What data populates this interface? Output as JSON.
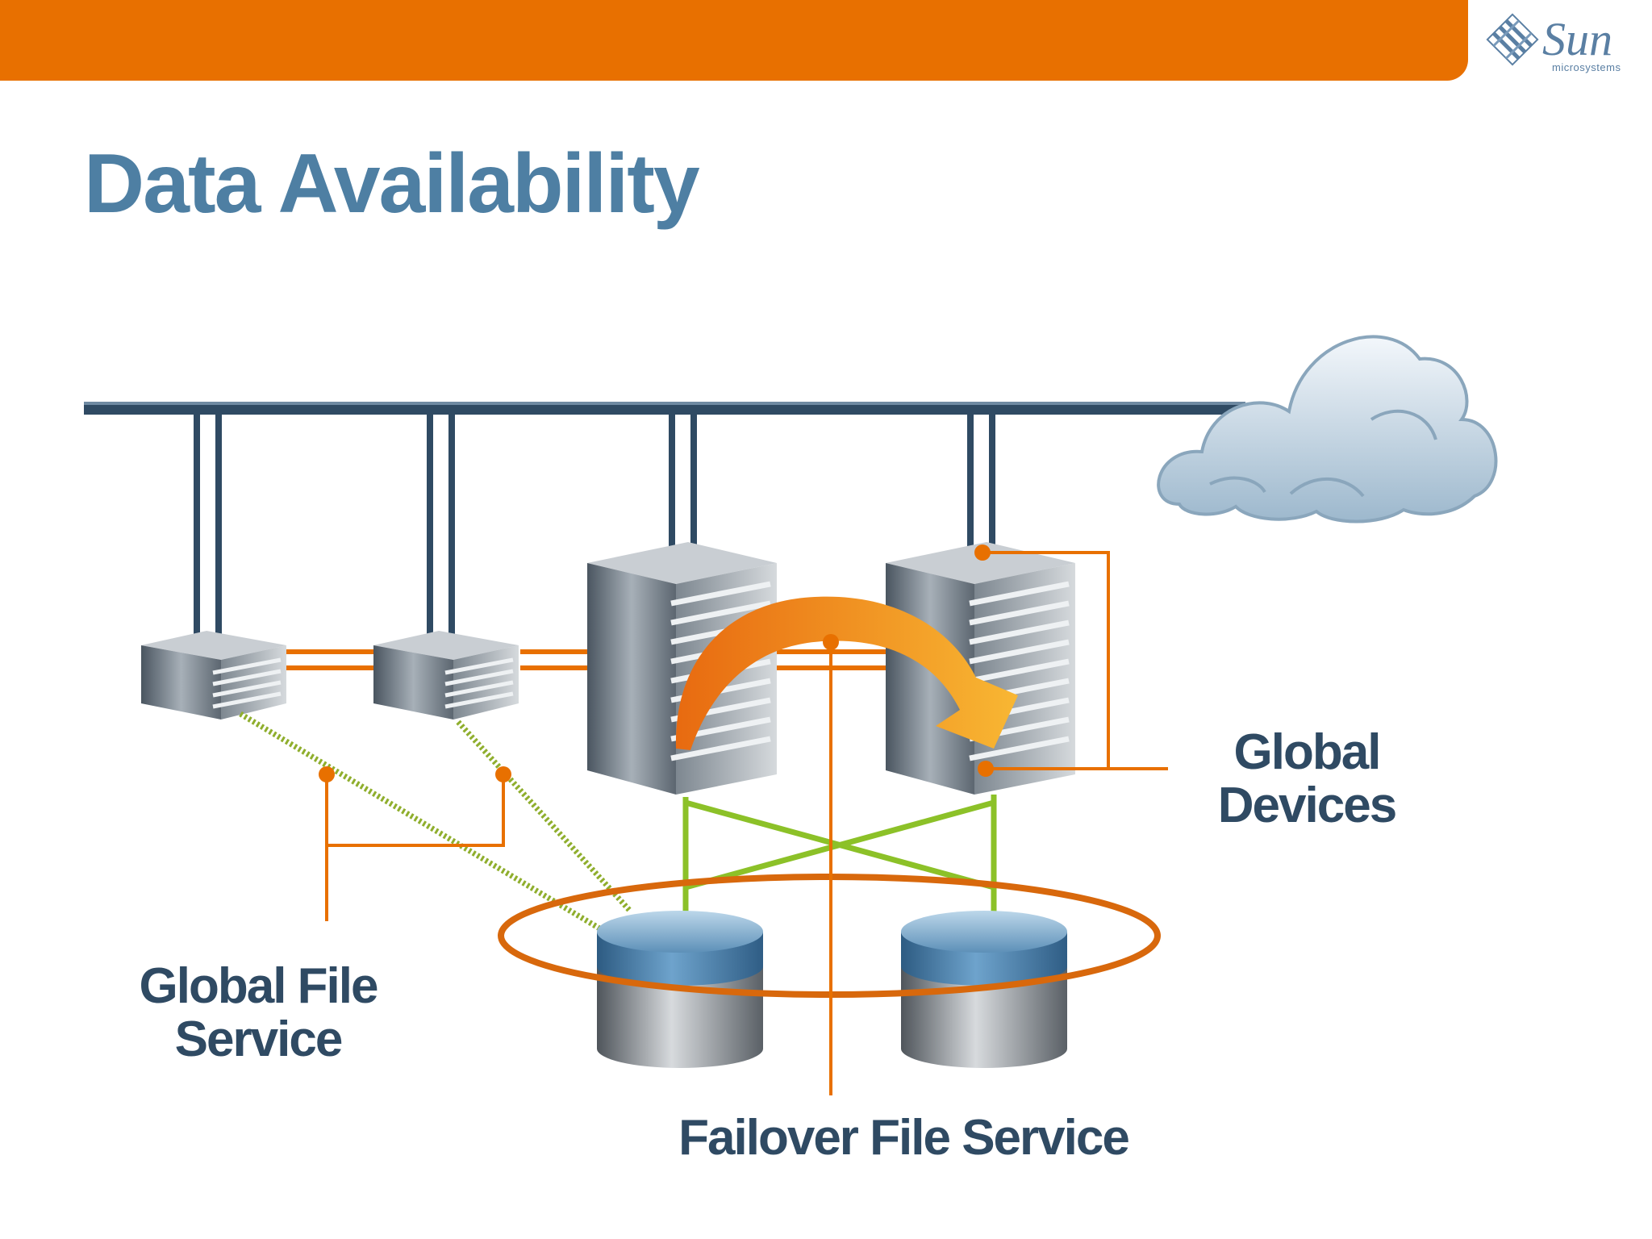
{
  "slide": {
    "title": "Data Availability"
  },
  "brand": {
    "logo_word": "Sun",
    "logo_subtext": "microsystems",
    "bar_color": "#e87000",
    "title_color": "#4e7fa3",
    "label_color": "#2f4a63"
  },
  "labels": {
    "global_devices_line1": "Global",
    "global_devices_line2": "Devices",
    "global_file_line1": "Global File",
    "global_file_line2": "Service",
    "failover": "Failover File Service"
  },
  "icons": {
    "network": "network-backbone-icon",
    "cloud": "cloud-icon",
    "server": "server-icon",
    "disk": "storage-disk-icon",
    "failover_arrow": "failover-arrow-icon"
  }
}
